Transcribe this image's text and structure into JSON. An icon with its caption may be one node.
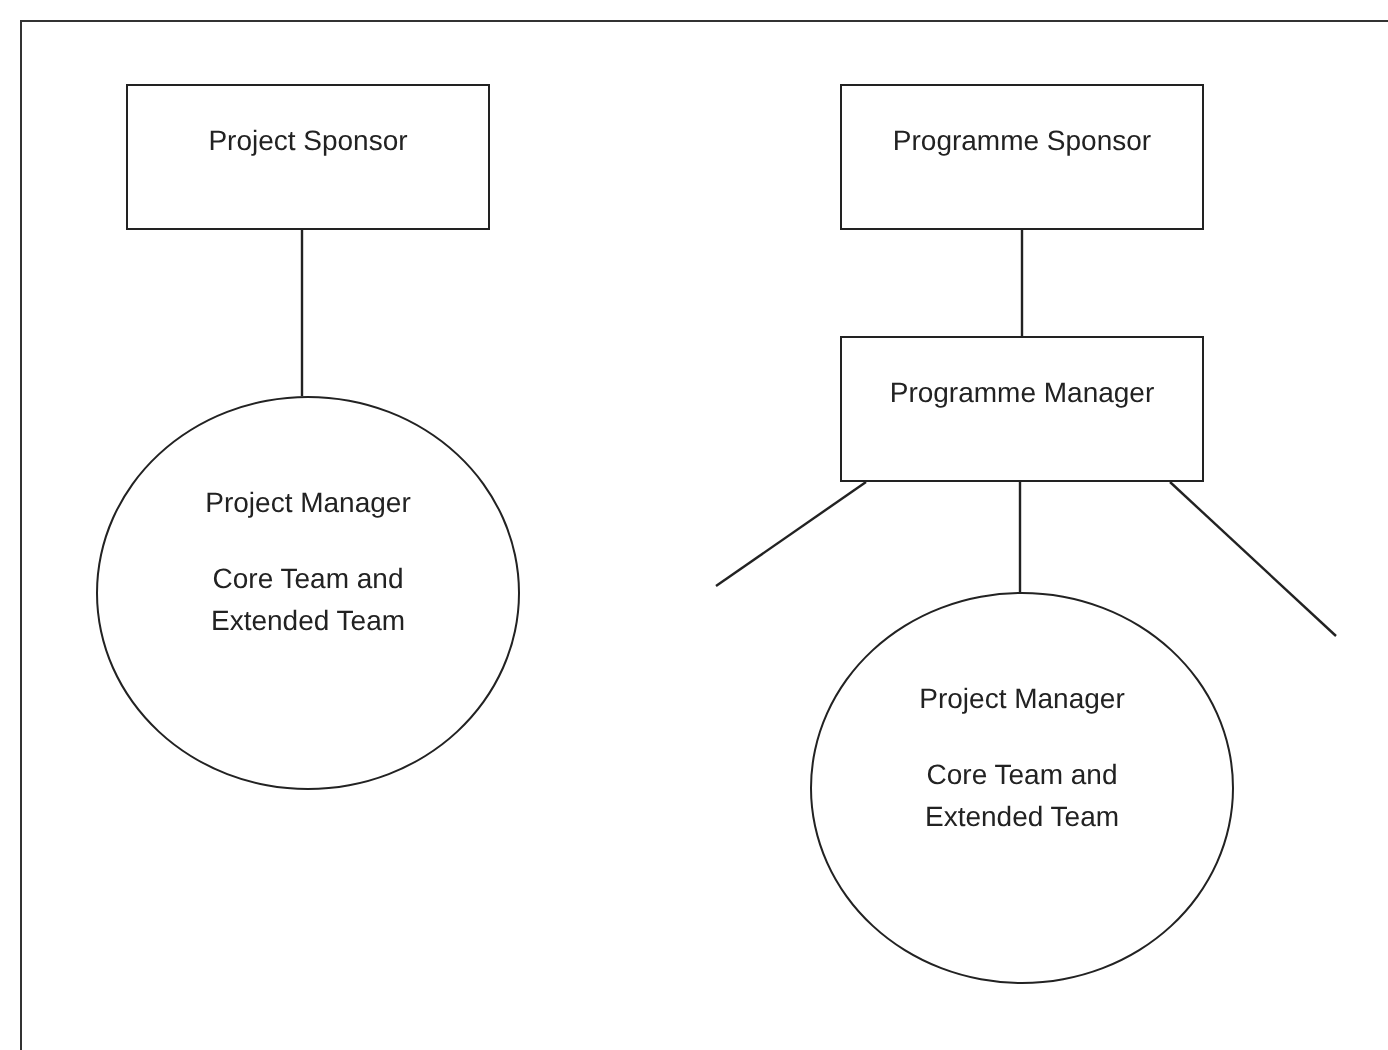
{
  "diagram": {
    "nodes": [
      {
        "text": [
          "Project Sponsor"
        ]
      },
      {
        "text": [
          "Project Manager",
          "Core Team and Extended Team"
        ]
      },
      {
        "text": [
          "Programme Sponsor"
        ]
      },
      {
        "text": [
          "Programme Manager"
        ]
      },
      {
        "text": [
          "Project Manager",
          "Core Team and Extended Team"
        ]
      }
    ],
    "edges": [
      {
        "from": 0,
        "to": 1,
        "arrow": "none"
      },
      {
        "from": 2,
        "to": 3,
        "arrow": "none"
      },
      {
        "from": 3,
        "to": null,
        "arrow": "none"
      },
      {
        "from": 3,
        "to": 4,
        "arrow": "none"
      },
      {
        "from": 3,
        "to": null,
        "arrow": "none"
      }
    ]
  }
}
